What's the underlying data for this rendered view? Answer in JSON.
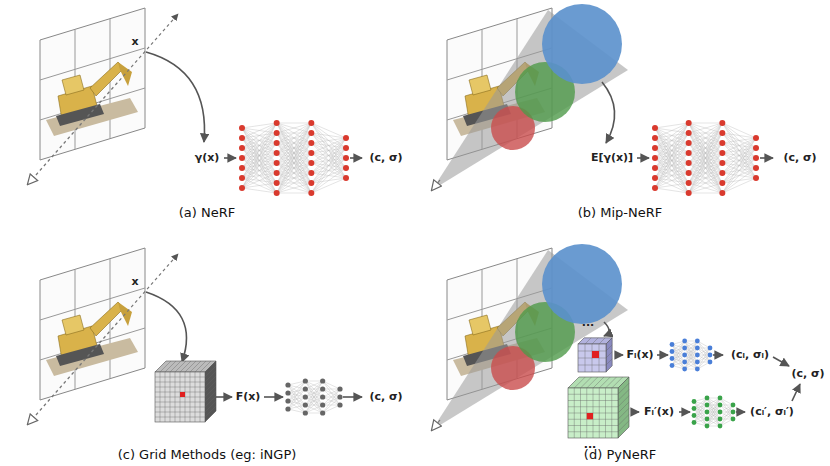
{
  "diagram": {
    "labels": [
      "x",
      "γ(x)",
      "(c, σ)",
      "(a) NeRF",
      "E[γ(x)]",
      "(c, σ)",
      "(b) Mip-NeRF",
      "x",
      "F(x)",
      "(c, σ)",
      "(c) Grid Methods (eg: iNGP)",
      "...",
      "Fₗ(x)",
      "(cₗ, σₗ)",
      "Fₗ′(x)",
      "(cₗ′, σₗ′)",
      "(c, σ)",
      "...",
      "(d) PyNeRF"
    ]
  }
}
